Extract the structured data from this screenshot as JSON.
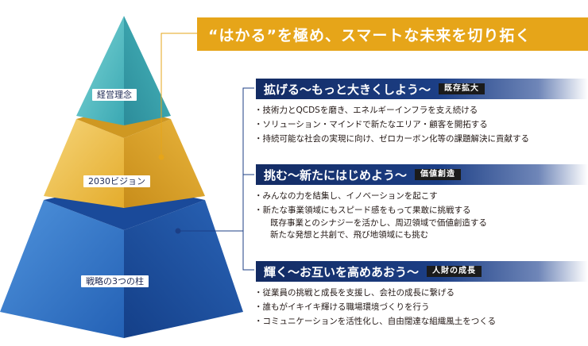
{
  "banner": "“はかる”を極め、スマートな未来を切り拓く",
  "pyramid": {
    "top_label": "経営理念",
    "middle_label": "2030ビジョン",
    "bottom_label": "戦略の3つの柱"
  },
  "pillars": [
    {
      "title": "拡げる～もっと大きくしよう～",
      "tag": "既存拡大",
      "items": [
        "・技術力とQCDSを磨き、エネルギーインフラを支え続ける",
        "・ソリューション・マインドで新たなエリア・顧客を開拓する",
        "・持続可能な社会の実現に向け、ゼロカーボン化等の課題解決に貢献する"
      ]
    },
    {
      "title": "挑む～新たにはじめよう～",
      "tag": "価値創造",
      "items": [
        "・みんなの力を結集し、イノベーションを起こす",
        "・新たな事業領域にもスピード感をもって果敢に挑戦する"
      ],
      "subitems": [
        "既存事業とのシナジーを活かし、周辺領域で価値創造する",
        "新たな発想と共創で、飛び地領域にも挑む"
      ]
    },
    {
      "title": "輝く～お互いを高めあおう～",
      "tag": "人財の成長",
      "items": [
        "・従業員の挑戦と成長を支援し、会社の成長に繋げる",
        "・誰もがイキイキ輝ける職場環境づくりを行う",
        "・コミュニケーションを活性化し、自由闊達な組織風土をつくる"
      ]
    }
  ],
  "colors": {
    "banner": "#e6a519",
    "pillar_head": "#1c3f86",
    "tier_top": "#4bb8bf",
    "tier_middle": "#e8b53a",
    "tier_bottom": "#2d6bc0",
    "connector": "#e6a519",
    "bracket": "#1c3f86"
  }
}
